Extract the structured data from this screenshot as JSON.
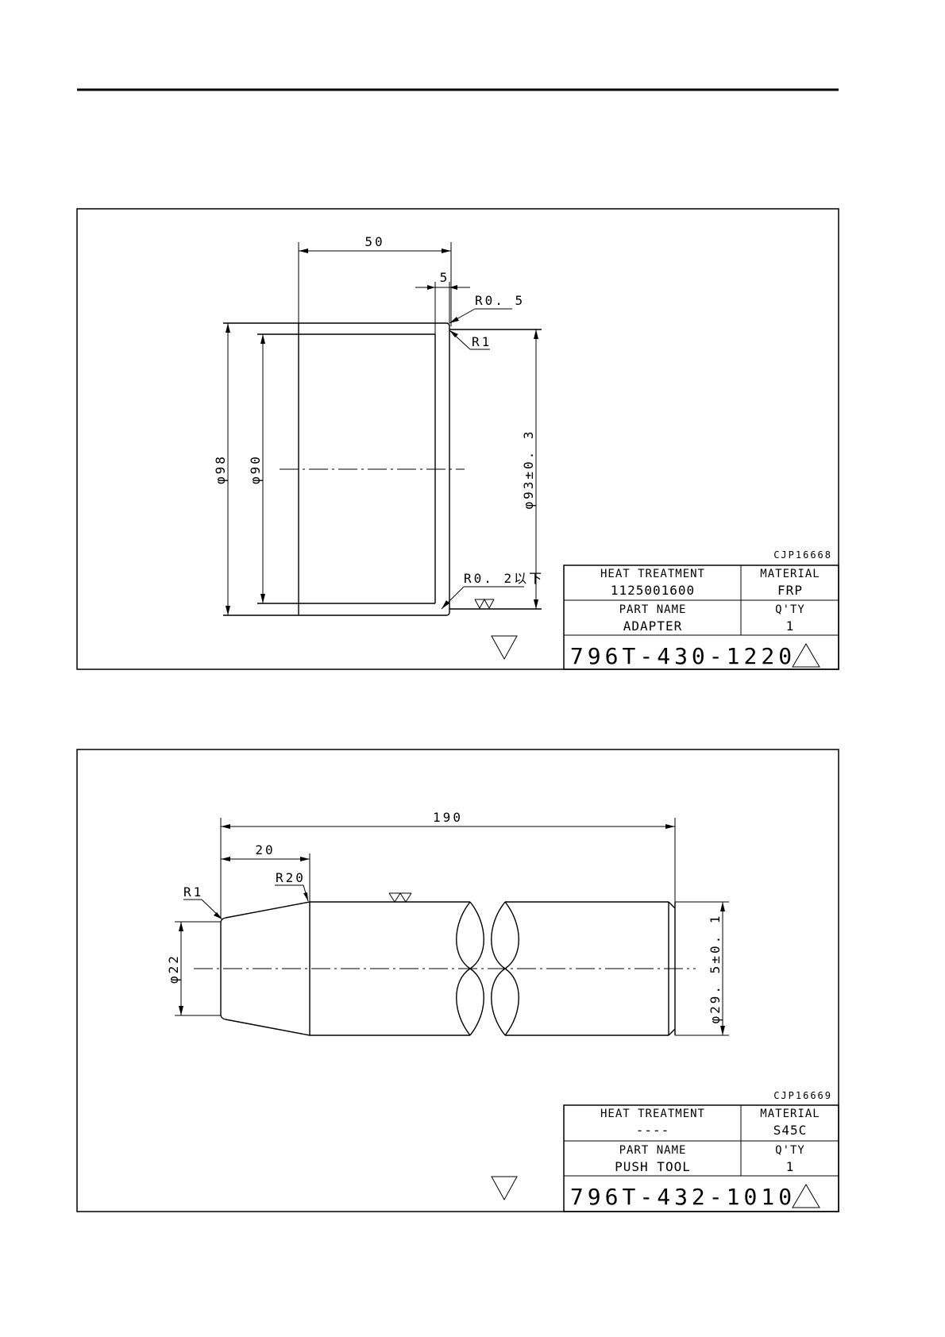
{
  "drawing1": {
    "code": "CJP16668",
    "dims": {
      "length": "50",
      "step": "5",
      "r_top": "R0. 5",
      "r_inner": "R1",
      "r_bottom": "R0. 2以下",
      "od": "φ98",
      "id": "φ90",
      "fit": "φ93±0. 3"
    },
    "title_block": {
      "heat_treatment_label": "HEAT TREATMENT",
      "heat_treatment_value": "1125001600",
      "material_label": "MATERIAL",
      "material_value": "FRP",
      "part_name_label": "PART NAME",
      "part_name_value": "ADAPTER",
      "qty_label": "Q'TY",
      "qty_value": "1",
      "part_number": "796T-430-1220"
    }
  },
  "drawing2": {
    "code": "CJP16669",
    "dims": {
      "length": "190",
      "taper_length": "20",
      "r_tip": "R1",
      "r_taper": "R20",
      "tip_dia": "φ22",
      "body_dia": "φ29. 5±0. 1"
    },
    "title_block": {
      "heat_treatment_label": "HEAT TREATMENT",
      "heat_treatment_value": "----",
      "material_label": "MATERIAL",
      "material_value": "S45C",
      "part_name_label": "PART NAME",
      "part_name_value": "PUSH TOOL",
      "qty_label": "Q'TY",
      "qty_value": "1",
      "part_number": "796T-432-1010"
    }
  }
}
